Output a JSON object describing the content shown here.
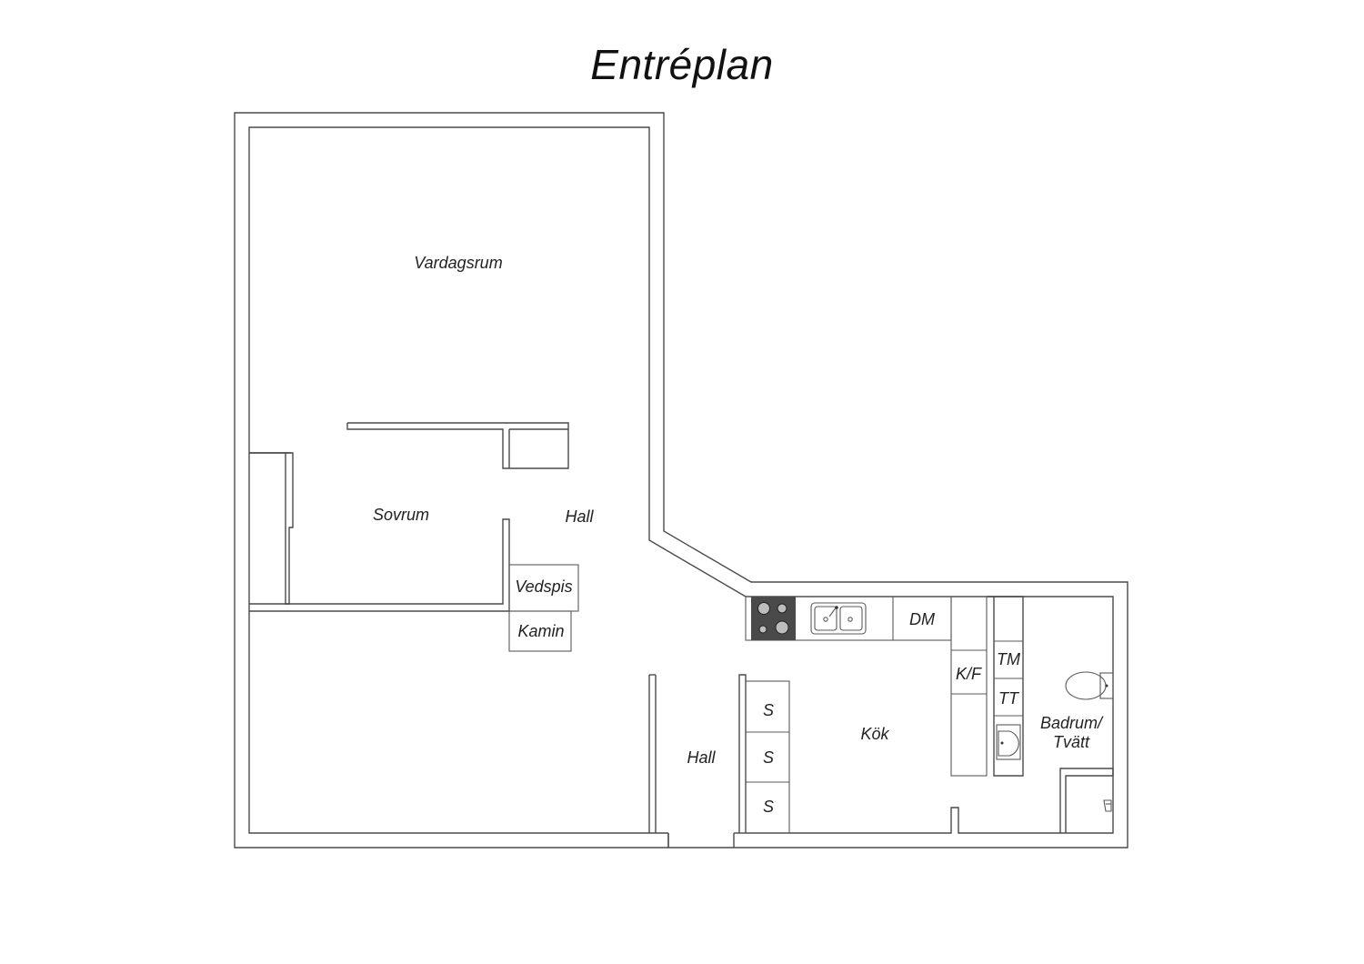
{
  "title": "Entréplan",
  "rooms": {
    "vardagsrum": "Vardagsrum",
    "sovrum": "Sovrum",
    "hall_upper": "Hall",
    "hall_lower": "Hall",
    "kok": "Kök",
    "badrum_line1": "Badrum/",
    "badrum_line2": "Tvätt"
  },
  "fixtures": {
    "vedspis": "Vedspis",
    "kamin": "Kamin",
    "dm": "DM",
    "kf": "K/F",
    "tm": "TM",
    "tt": "TT",
    "storage_1": "S",
    "storage_2": "S",
    "storage_3": "S"
  },
  "icons": [
    "stove-icon",
    "sink-icon",
    "washbasin-icon",
    "toilet-icon",
    "tap-icon"
  ]
}
